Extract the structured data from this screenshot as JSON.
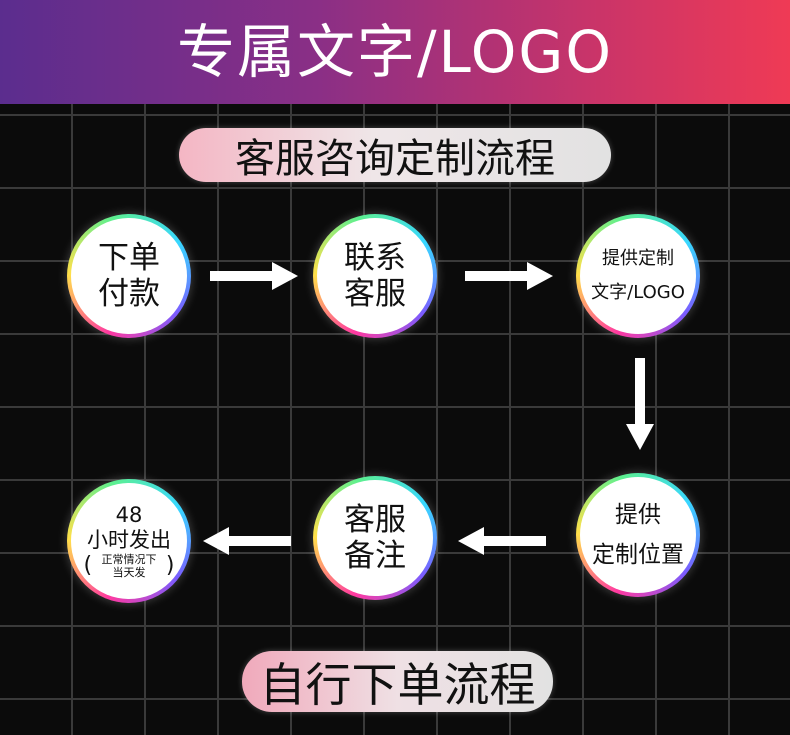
{
  "header": {
    "title": "专属文字/LOGO"
  },
  "consult_flow": {
    "title": "客服咨询定制流程",
    "steps": [
      {
        "line1": "下单",
        "line2": "付款"
      },
      {
        "line1": "联系",
        "line2": "客服"
      },
      {
        "line1": "提供定制",
        "line2": "文字/LOGO"
      },
      {
        "line1": "提供",
        "line2": "定制位置"
      },
      {
        "line1": "客服",
        "line2": "备注"
      },
      {
        "line1": "48",
        "line2": "小时发出",
        "note1": "正常情况下",
        "note2": "当天发",
        "paren_open": "(",
        "paren_close": ")"
      }
    ]
  },
  "self_order_flow": {
    "title": "自行下单流程"
  },
  "colors": {
    "header_start": "#5b2d8e",
    "header_end": "#ef3a55",
    "background": "#000000",
    "arrow": "#ffffff"
  }
}
